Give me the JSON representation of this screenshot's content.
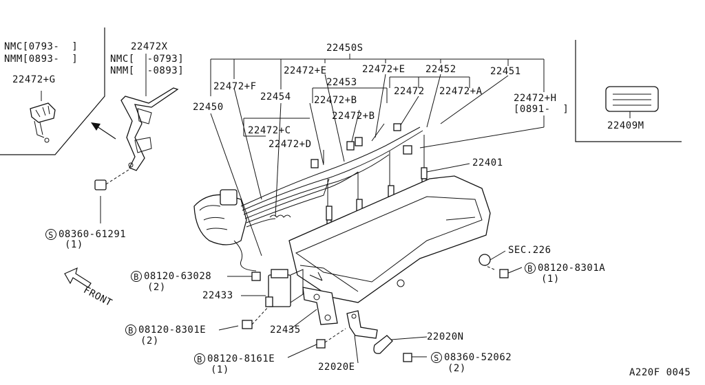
{
  "inset_left": {
    "nmc_range": "NMC[0793-  ]",
    "nmm_range": "NMM[0893-  ]",
    "part": "22472+G"
  },
  "inset_right": {
    "part": "22409M"
  },
  "labels": {
    "p22472x": "22472X",
    "nmc_prev": "NMC[  -0793]",
    "nmm_prev": "NMM[  -0893]",
    "p22450s": "22450S",
    "p22472e1": "22472+E",
    "p22472e2": "22472+E",
    "p22452": "22452",
    "p22453": "22453",
    "p22472f": "22472+F",
    "p22451": "22451",
    "p22472": "22472",
    "p22472a": "22472+A",
    "p22454": "22454",
    "p22472b1": "22472+B",
    "p22472b2": "22472+B",
    "p22472h": "22472+H",
    "p22472h_range": "[0891-  ]",
    "p22450": "22450",
    "p22472c": "22472+C",
    "p22472d": "22472+D",
    "p22401": "22401",
    "sec226": "SEC.226",
    "p22433": "22433",
    "p22435": "22435",
    "p22020n": "22020N",
    "p22020e": "22020E",
    "front": "FRONT",
    "ref": "A220F 0045"
  },
  "fasteners": [
    {
      "symbol": "S",
      "part": "08360-61291",
      "qty": "(1)"
    },
    {
      "symbol": "B",
      "part": "08120-63028",
      "qty": "(2)"
    },
    {
      "symbol": "B",
      "part": "08120-8301A",
      "qty": "(1)"
    },
    {
      "symbol": "B",
      "part": "08120-8301E",
      "qty": "(2)"
    },
    {
      "symbol": "B",
      "part": "08120-8161E",
      "qty": "(1)"
    },
    {
      "symbol": "S",
      "part": "08360-52062",
      "qty": "(2)"
    }
  ]
}
